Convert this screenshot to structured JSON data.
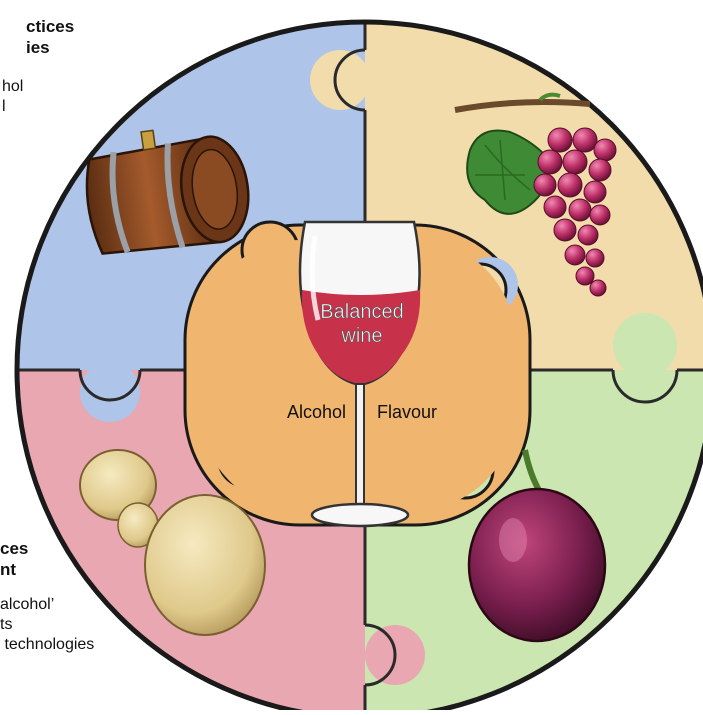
{
  "diagram": {
    "center_title": [
      "Balanced",
      "wine"
    ],
    "axis_left": "Alcohol",
    "axis_right": "Flavour",
    "top_left_block": {
      "title_lines": [
        "ctices",
        "ies"
      ],
      "lines": [
        "hol",
        "l"
      ]
    },
    "bottom_left_block": {
      "title_lines": [
        "ces",
        "nt"
      ],
      "lines": [
        "alcohol’",
        "ts",
        " technologies"
      ]
    },
    "quadrants": [
      {
        "name": "viticulture-practices",
        "color": "#aec4e8",
        "icon": "wine-barrel-icon"
      },
      {
        "name": "grape-vine",
        "color": "#f2dcab",
        "icon": "grape-cluster-icon"
      },
      {
        "name": "grape-berry",
        "color": "#cbe6b0",
        "icon": "grape-berry-icon"
      },
      {
        "name": "yeast",
        "color": "#e9a7b2",
        "icon": "yeast-cell-icon"
      }
    ],
    "center_piece_color": "#f0b56e",
    "wine_color": "#c7314a"
  }
}
